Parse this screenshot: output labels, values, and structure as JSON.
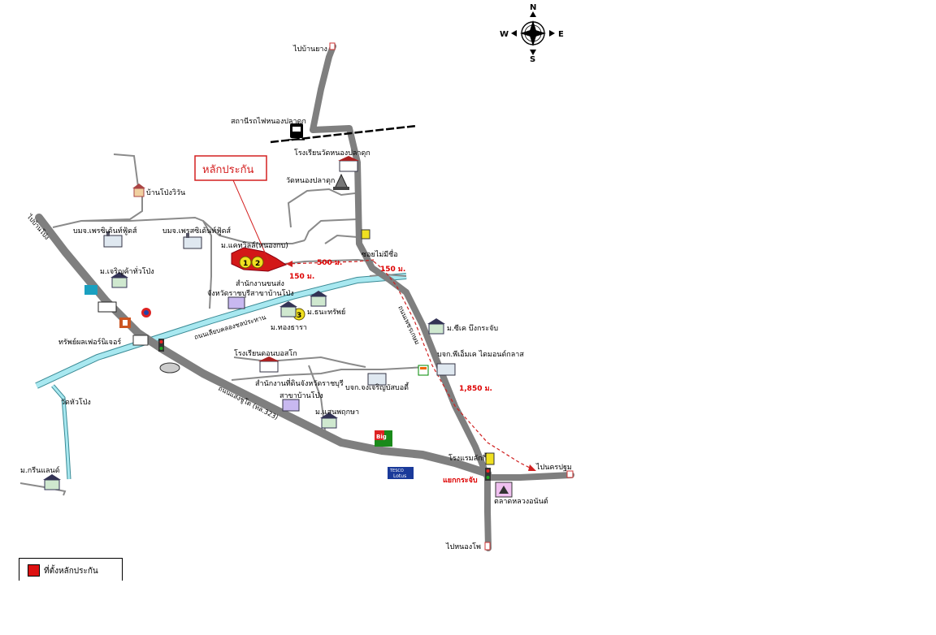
{
  "compass": {
    "n": "N",
    "s": "S",
    "e": "E",
    "w": "W"
  },
  "callout": {
    "text": "หลักประกัน",
    "color": "#d42020"
  },
  "legend": {
    "label": "ที่ตั้งหลักประกัน",
    "color": "#d11111"
  },
  "colors": {
    "road": "#7f7f7f",
    "canal": "#a8e8f0",
    "rail": "#000000",
    "route": "#d02020"
  },
  "distances": {
    "d500": "500 ม.",
    "d150a": "150 ม.",
    "d150b": "150 ม.",
    "d1850": "1,850 ม."
  },
  "markers": {
    "m1": "1",
    "m2": "2",
    "m3": "3"
  },
  "labels": {
    "to_ban_yang": "ไปบ้านยาง",
    "station": "สถานีรถไฟหนองปลาดุก",
    "school_wat": "โรงเรียนวัดหนองปลาดุก",
    "wat": "วัดหนองปลาดุก",
    "ban_pong_wiwan": "บ้านโป่งวิวัน",
    "to_ban_pong": "ไปบ้านโป่ง",
    "bomjo_1": "บมจ.เพรซิเด้นท์ฟู้ดส์",
    "bomjo_2": "บมจ.เพรสซิเด้นท์ฟู้ดส์",
    "m_cat_ville": "ม.แคทวิลล์(หนองกบ)",
    "soi": "ซอยไม่มีชื่อ",
    "charoen_ka": "ม.เจริญค้าทั่วโป่ง",
    "tax_office": "สำนักงานขนส่ง",
    "tax_office_2": "จังหวัดราชบุรีสาขาบ้านโป่ง",
    "m_thanasap": "ม.ธนะทรัพย์",
    "m_thong": "ม.ทองธารา",
    "canal_road": "ถนนเลียบคลองชลประทาน",
    "hwy_left": "ถนนแสงชูโต",
    "m_seat": "ม.ซีเค บึงกระจับ",
    "thap": "ทรัพย์ผลเฟอร์นิเจอร์",
    "school_don": "โรงเรียนดอนบอสโก",
    "land_office": "สำนักงานที่ดินจังหวัดราชบุรี",
    "land_office_2": "สาขาบ้านโป่ง",
    "bojo": "บจก.พีเอ็มเค ไดมอนด์กลาส",
    "bojo_2": "บจก.จงเจริญบัสบอดี้",
    "wat_hua": "วัดหัวโป่ง",
    "m_saen": "ม.แสนพฤกษา",
    "hwy_main": "ถนนแสงชูโต (ทล.323)",
    "road_right": "ถนนเพชรเกษม",
    "hotel": "โรงแรมลักกี้",
    "junction": "แยกกระจับ",
    "to_nakhon": "ไปนครปฐม",
    "market": "ตลาดหลวงอนันต์",
    "to_nong_pho": "ไปหนองโพ",
    "m_green": "ม.กรีนแลนด์",
    "lotus": "Lotus",
    "tesco": "TESCO",
    "big": "Big"
  }
}
